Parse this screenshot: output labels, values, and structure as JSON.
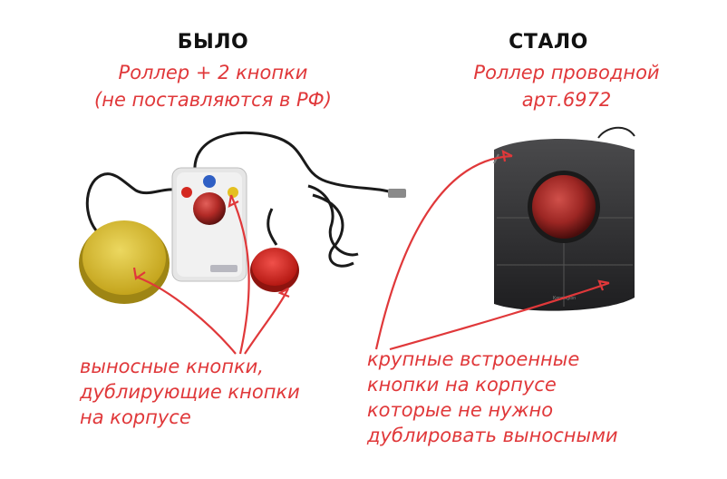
{
  "left": {
    "heading": "БЫЛО",
    "subtitle_line1": "Роллер + 2 кнопки",
    "subtitle_line2": "(не поставляются в РФ)",
    "caption_lines": [
      "выносные кнопки,",
      "дублирующие кнопки",
      "на корпусе"
    ]
  },
  "right": {
    "heading": "СТАЛО",
    "subtitle_line1": "Роллер проводной",
    "subtitle_line2": "арт.6972",
    "caption_lines": [
      "крупные встроенные",
      "кнопки на корпусе",
      "которые не нужно",
      "дублировать выносными"
    ]
  },
  "colors": {
    "annotation_red": "#e0383a",
    "yellow_button": "#d9c02c",
    "red_button": "#d42820",
    "trackball_red": "#b22a26",
    "device_dark": "#2c2c2e"
  }
}
